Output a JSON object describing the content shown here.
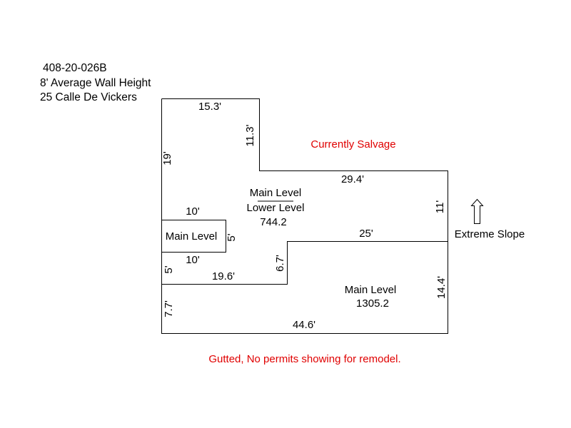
{
  "header": {
    "parcel": "408-20-026B",
    "wall_height": "8' Average Wall Height",
    "address": "25 Calle De Vickers"
  },
  "notes": {
    "top": "Currently Salvage",
    "bottom": "Gutted, No permits showing for remodel.",
    "slope": "Extreme Slope",
    "note_color": "#e00000"
  },
  "areas": {
    "upper_line1": "Main Level",
    "upper_line2": "Lower Level",
    "upper_sqft": "744.2",
    "lower_line1": "Main Level",
    "lower_sqft": "1305.2",
    "small": "Main Level"
  },
  "dimensions": {
    "top_left_width": "15.3'",
    "notch_height": "11.3'",
    "left_upper": "19'",
    "upper_right_width": "29.4'",
    "right_upper": "11'",
    "box_top": "10'",
    "box_side": "5'",
    "box_bottom": "10'",
    "left_mid": "5'",
    "inner_width": "19.6'",
    "inner_step": "6.7'",
    "mid_width": "25'",
    "right_lower": "14.4'",
    "left_lower": "7.7'",
    "bottom_width": "44.6'"
  },
  "icons": {
    "slope_arrow": "up-arrow-icon"
  }
}
